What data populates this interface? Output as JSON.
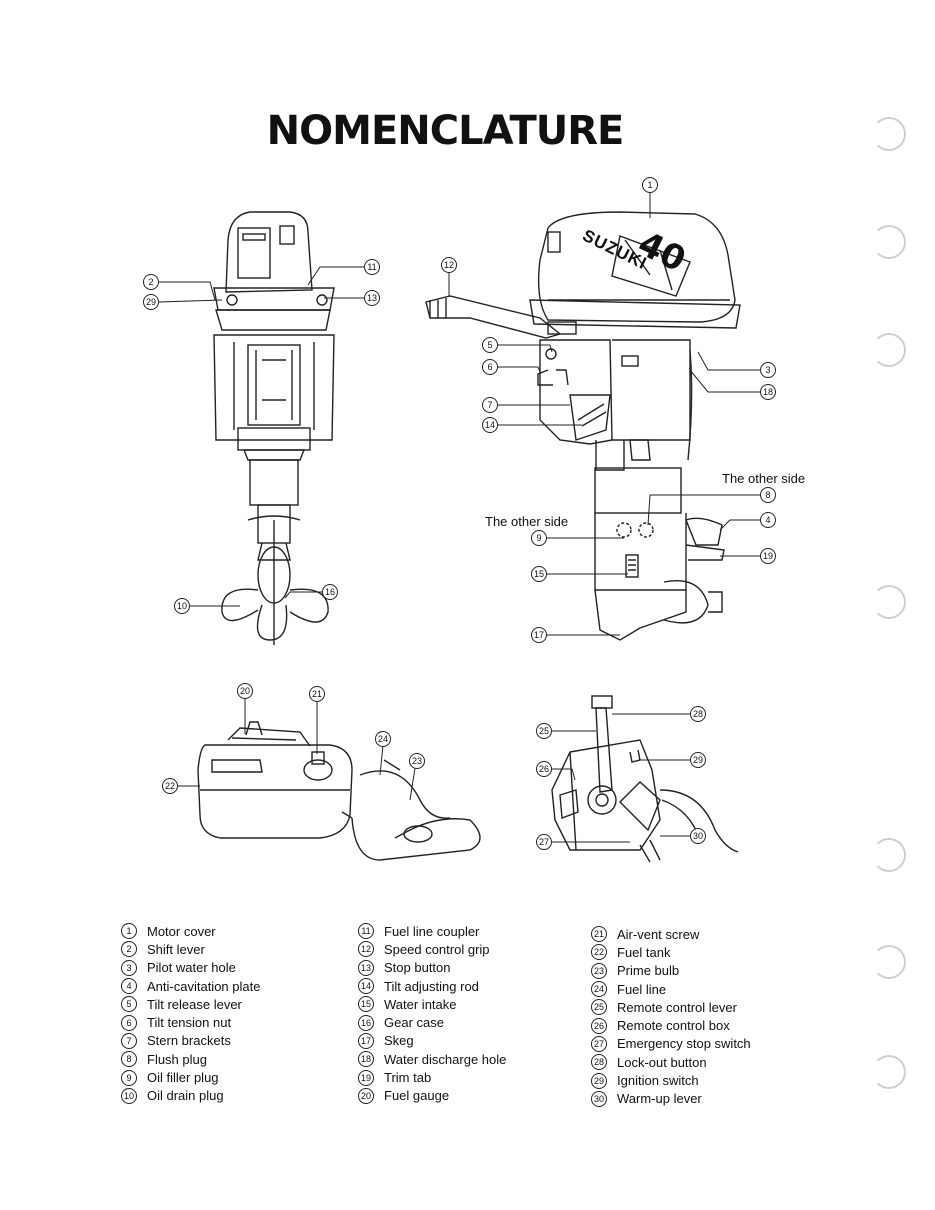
{
  "title": "NOMENCLATURE",
  "side_notes": {
    "other_side_a": "The other side",
    "other_side_b": "The other side"
  },
  "callouts": [
    {
      "id": "c1",
      "label": "1"
    },
    {
      "id": "c2",
      "label": "2"
    },
    {
      "id": "c29a",
      "label": "29"
    },
    {
      "id": "c11",
      "label": "11"
    },
    {
      "id": "c13",
      "label": "13"
    },
    {
      "id": "c12",
      "label": "12"
    },
    {
      "id": "c5",
      "label": "5"
    },
    {
      "id": "c6",
      "label": "6"
    },
    {
      "id": "c7",
      "label": "7"
    },
    {
      "id": "c14",
      "label": "14"
    },
    {
      "id": "c3",
      "label": "3"
    },
    {
      "id": "c18",
      "label": "18"
    },
    {
      "id": "c8",
      "label": "8"
    },
    {
      "id": "c4",
      "label": "4"
    },
    {
      "id": "c9",
      "label": "9"
    },
    {
      "id": "c19",
      "label": "19"
    },
    {
      "id": "c15",
      "label": "15"
    },
    {
      "id": "c17",
      "label": "17"
    },
    {
      "id": "c10",
      "label": "10"
    },
    {
      "id": "c16",
      "label": "16"
    },
    {
      "id": "c20",
      "label": "20"
    },
    {
      "id": "c21",
      "label": "21"
    },
    {
      "id": "c24",
      "label": "24"
    },
    {
      "id": "c23",
      "label": "23"
    },
    {
      "id": "c22",
      "label": "22"
    },
    {
      "id": "c28",
      "label": "28"
    },
    {
      "id": "c25",
      "label": "25"
    },
    {
      "id": "c29b",
      "label": "29"
    },
    {
      "id": "c26",
      "label": "26"
    },
    {
      "id": "c30",
      "label": "30"
    },
    {
      "id": "c27",
      "label": "27"
    }
  ],
  "legend": {
    "col1": [
      {
        "num": "1",
        "text": "Motor cover"
      },
      {
        "num": "2",
        "text": "Shift lever"
      },
      {
        "num": "3",
        "text": "Pilot water hole"
      },
      {
        "num": "4",
        "text": "Anti-cavitation plate"
      },
      {
        "num": "5",
        "text": "Tilt release lever"
      },
      {
        "num": "6",
        "text": "Tilt tension nut"
      },
      {
        "num": "7",
        "text": "Stern brackets"
      },
      {
        "num": "8",
        "text": "Flush plug"
      },
      {
        "num": "9",
        "text": "Oil filler plug"
      },
      {
        "num": "10",
        "text": "Oil drain plug"
      }
    ],
    "col2": [
      {
        "num": "11",
        "text": "Fuel line coupler"
      },
      {
        "num": "12",
        "text": "Speed control grip"
      },
      {
        "num": "13",
        "text": "Stop button"
      },
      {
        "num": "14",
        "text": "Tilt adjusting rod"
      },
      {
        "num": "15",
        "text": "Water intake"
      },
      {
        "num": "16",
        "text": "Gear case"
      },
      {
        "num": "17",
        "text": "Skeg"
      },
      {
        "num": "18",
        "text": "Water discharge hole"
      },
      {
        "num": "19",
        "text": "Trim tab"
      },
      {
        "num": "20",
        "text": "Fuel gauge"
      }
    ],
    "col3": [
      {
        "num": "21",
        "text": "Air-vent screw"
      },
      {
        "num": "22",
        "text": "Fuel tank"
      },
      {
        "num": "23",
        "text": "Prime bulb"
      },
      {
        "num": "24",
        "text": "Fuel line"
      },
      {
        "num": "25",
        "text": "Remote control lever"
      },
      {
        "num": "26",
        "text": "Remote control box"
      },
      {
        "num": "27",
        "text": "Emergency stop switch"
      },
      {
        "num": "28",
        "text": "Lock-out button"
      },
      {
        "num": "29",
        "text": "Ignition switch"
      },
      {
        "num": "30",
        "text": "Warm-up lever"
      }
    ]
  },
  "cover_text": "SUZUKI",
  "cover_number": "40"
}
